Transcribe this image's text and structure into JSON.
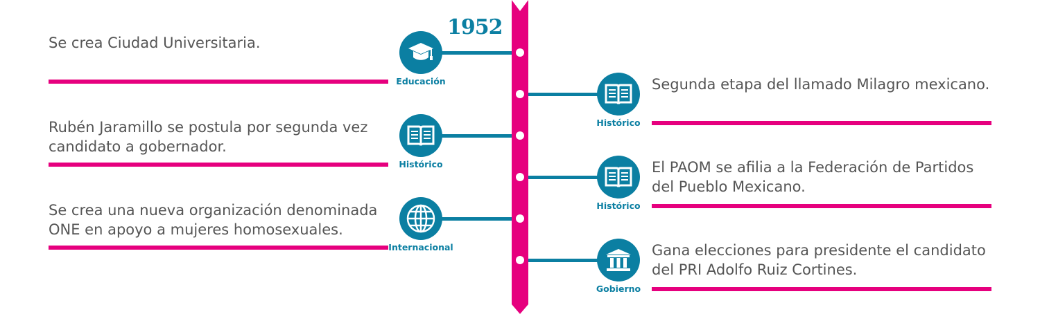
{
  "year": "1952",
  "events": [
    {
      "side": "left",
      "text": "Se crea Ciudad Universitaria.",
      "category": "Educación",
      "icon": "graduation-cap-icon"
    },
    {
      "side": "right",
      "text": "Segunda etapa del llamado Milagro mexicano.",
      "category": "Histórico",
      "icon": "book-icon"
    },
    {
      "side": "left",
      "text": "Rubén Jaramillo se postula por segunda vez candidato a gobernador.",
      "category": "Histórico",
      "icon": "book-icon"
    },
    {
      "side": "right",
      "text": "El PAOM se afilia a la Federación de Partidos del Pueblo Mexicano.",
      "category": "Histórico",
      "icon": "book-icon"
    },
    {
      "side": "left",
      "text": "Se crea una nueva organización denominada ONE en apoyo a mujeres homosexuales.",
      "category": "Internacional",
      "icon": "globe-icon"
    },
    {
      "side": "right",
      "text": "Gana elecciones para presidente el candidato del PRI Adolfo Ruiz Cortines.",
      "category": "Gobierno",
      "icon": "government-building-icon"
    }
  ],
  "colors": {
    "accent": "#e6007e",
    "teal": "#0b7fa2"
  }
}
